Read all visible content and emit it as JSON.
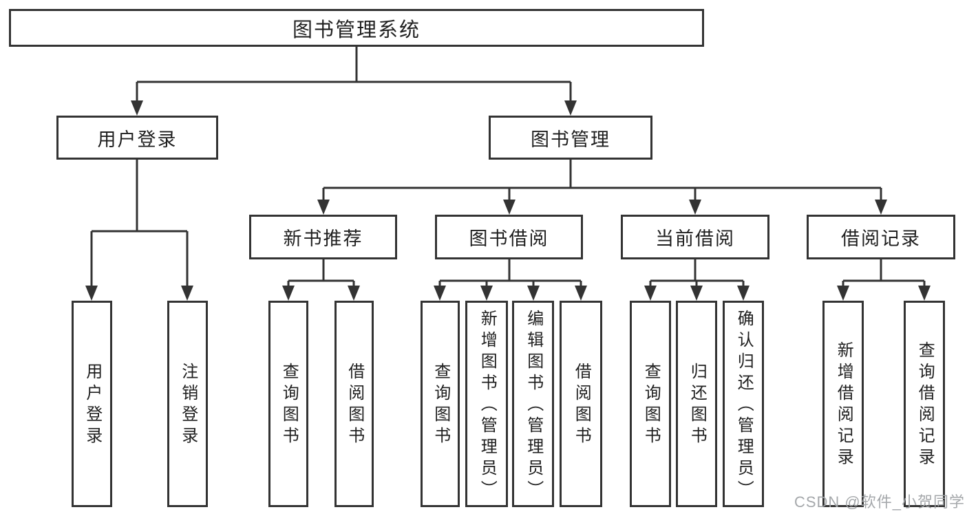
{
  "diagram": {
    "title": "图书管理系统",
    "level2": [
      {
        "id": "user-login",
        "label": "用户登录"
      },
      {
        "id": "book-management",
        "label": "图书管理"
      }
    ],
    "level3": [
      {
        "id": "new-book-recommend",
        "label": "新书推荐"
      },
      {
        "id": "book-borrowing",
        "label": "图书借阅"
      },
      {
        "id": "current-borrowing",
        "label": "当前借阅"
      },
      {
        "id": "borrow-records",
        "label": "借阅记录"
      }
    ],
    "leaves": [
      {
        "id": "user-login-leaf",
        "label": "用户登录",
        "parent": "user-login"
      },
      {
        "id": "logout-leaf",
        "label": "注销登录",
        "parent": "user-login"
      },
      {
        "id": "query-books-recommend",
        "label": "查询图书",
        "parent": "new-book-recommend"
      },
      {
        "id": "borrow-books-recommend",
        "label": "借阅图书",
        "parent": "new-book-recommend"
      },
      {
        "id": "query-books-borrowing",
        "label": "查询图书",
        "parent": "book-borrowing"
      },
      {
        "id": "add-books-admin",
        "label": "新增图书（管理员）",
        "parent": "book-borrowing"
      },
      {
        "id": "edit-books-admin",
        "label": "编辑图书（管理员）",
        "parent": "book-borrowing"
      },
      {
        "id": "borrow-books-borrowing",
        "label": "借阅图书",
        "parent": "book-borrowing"
      },
      {
        "id": "query-books-current",
        "label": "查询图书",
        "parent": "current-borrowing"
      },
      {
        "id": "return-books",
        "label": "归还图书",
        "parent": "current-borrowing"
      },
      {
        "id": "confirm-return-admin",
        "label": "确认归还（管理员）",
        "parent": "current-borrowing"
      },
      {
        "id": "add-borrow-record",
        "label": "新增借阅记录",
        "parent": "borrow-records"
      },
      {
        "id": "query-borrow-record",
        "label": "查询借阅记录",
        "parent": "borrow-records"
      }
    ],
    "colors": {
      "border": "#333333",
      "line": "#333333",
      "text": "#1f1f1f",
      "background": "#ffffff",
      "watermark": "#a0a3a6"
    }
  },
  "watermark": {
    "text": "CSDN @软件_小贺同学"
  }
}
